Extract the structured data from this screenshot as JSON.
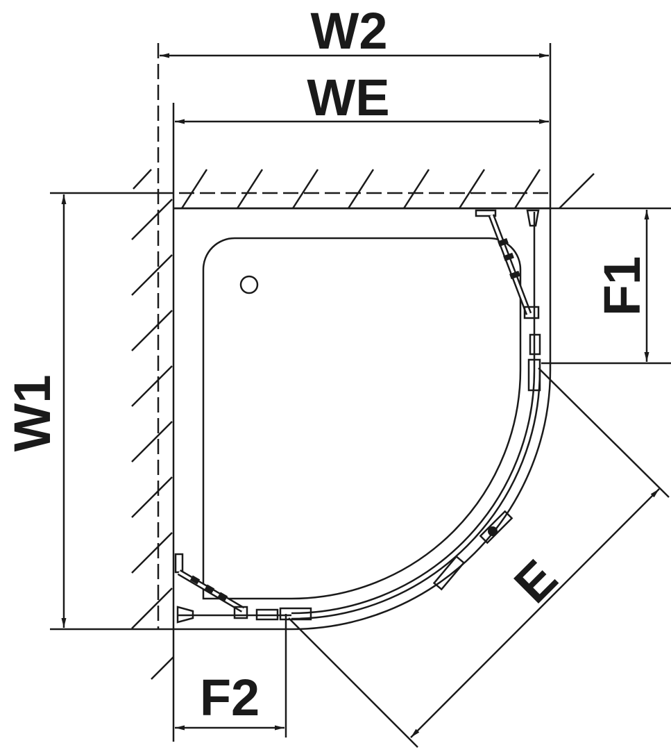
{
  "diagram": {
    "title": "Quarter-circle shower enclosure dimension drawing",
    "labels": {
      "w2": "W2",
      "we": "WE",
      "w1": "W1",
      "f1": "F1",
      "f2": "F2",
      "e": "E"
    },
    "colors": {
      "line": "#1a1a1a",
      "background": "#ffffff"
    }
  }
}
